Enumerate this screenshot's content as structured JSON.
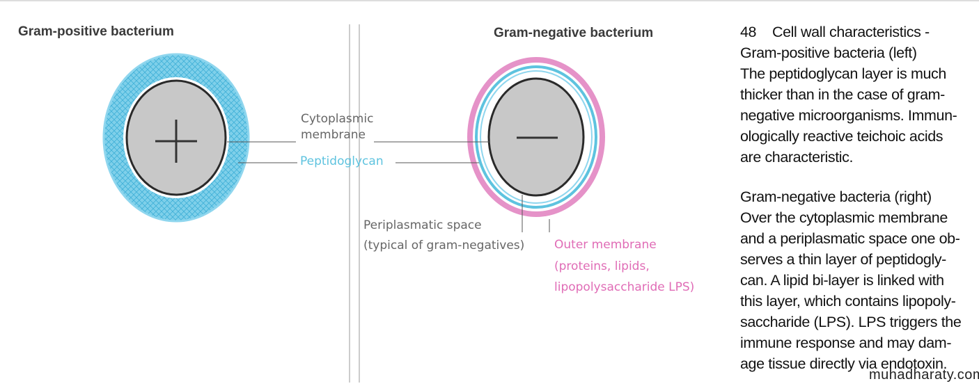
{
  "left_title": "Gram-positive bacterium",
  "right_title": "Gram-negative bacterium",
  "labels": {
    "cytoplasmic_line1": "Cytoplasmic",
    "cytoplasmic_line2": "membrane",
    "peptidoglycan": "Peptidoglycan",
    "periplasmatic_line1": "Periplasmatic space",
    "periplasmatic_line2": "(typical of gram-negatives)",
    "outer_line1": "Outer membrane",
    "outer_line2": "(proteins, lipids,",
    "outer_line3": "lipopolysaccharide LPS)"
  },
  "caption": {
    "number": "48",
    "lines": [
      "Cell wall characteristics -",
      "Gram-positive bacteria (left)",
      "The peptidoglycan layer is much",
      "thicker than in the case of gram-",
      "negative microorganisms. Immun-",
      "ologically reactive teichoic acids",
      "are characteristic.",
      "Gram-negative bacteria (right)",
      "Over the cytoplasmic membrane",
      "and a periplasmatic space one ob-",
      "serves a thin layer of peptidogly-",
      "can. A lipid bi-layer is linked with",
      "this layer, which contains lipopoly-",
      "saccharide (LPS). LPS triggers the",
      "immune response and may dam-",
      "age tissue directly via endotoxin."
    ]
  },
  "watermark": "muhadharaty.com",
  "colors": {
    "peptidoglycan": "#5ec3df",
    "outer_membrane": "#e06cb6",
    "cytoplasm": "#c8c8c8"
  }
}
